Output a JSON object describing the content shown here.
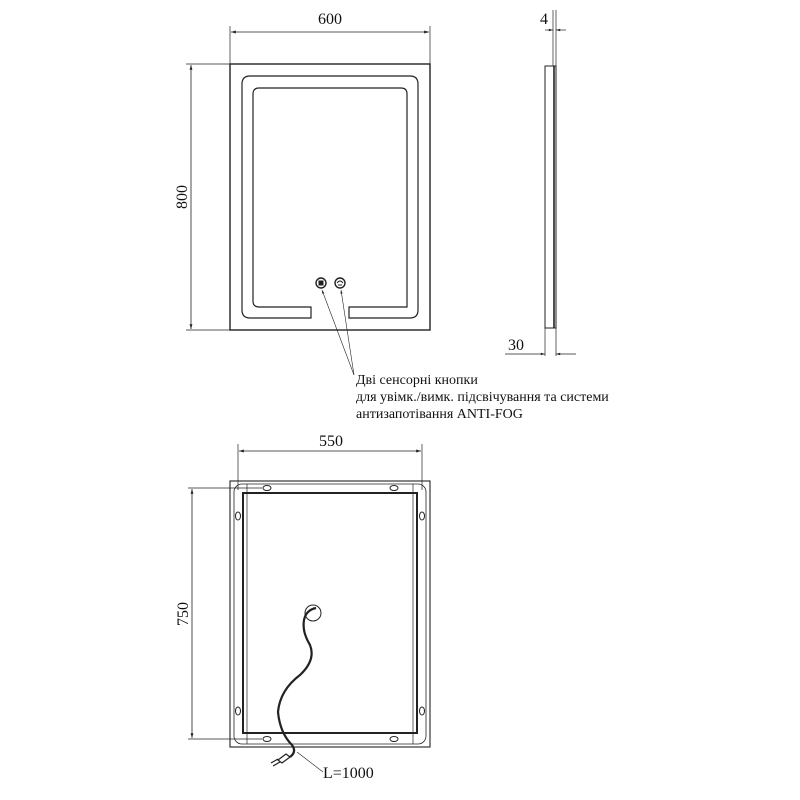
{
  "front_view": {
    "width_label": "600",
    "height_label": "800",
    "note_lines": [
      "Дві сенсорні кнопки",
      "для увімк./вимк. підсвічування та системи",
      "антизапотівання ANTI-FOG"
    ]
  },
  "side_view": {
    "thickness_label": "4",
    "depth_label": "30"
  },
  "back_view": {
    "width_label": "550",
    "height_label": "750",
    "cable_label": "L=1000"
  },
  "colors": {
    "line": "#222222",
    "background": "#ffffff"
  }
}
